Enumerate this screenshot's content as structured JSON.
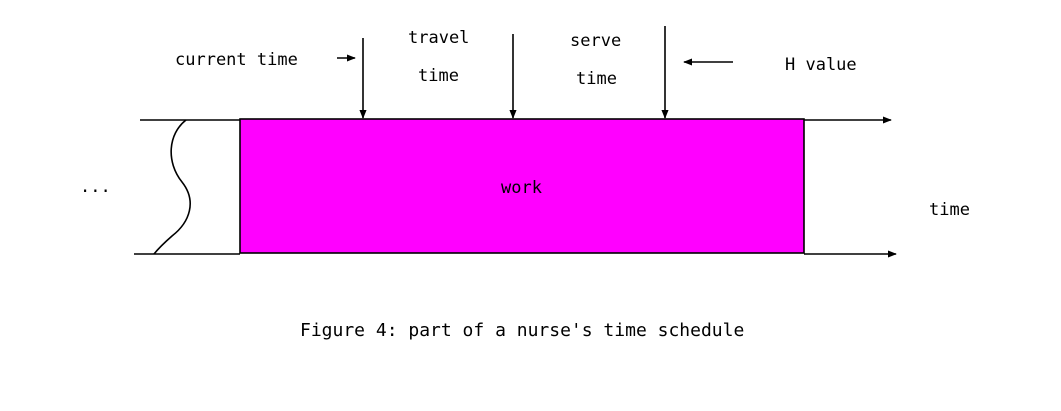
{
  "labels": {
    "current_time": "current time",
    "travel_1": "travel",
    "travel_2": "time",
    "serve_1": "serve",
    "serve_2": "time",
    "h_value": "H value",
    "work": "work",
    "ellipsis": "...",
    "time_axis": "time"
  },
  "caption": "Figure 4: part of a nurse's time schedule",
  "colors": {
    "work_block": "#ff00ff",
    "lines": "#000000"
  }
}
